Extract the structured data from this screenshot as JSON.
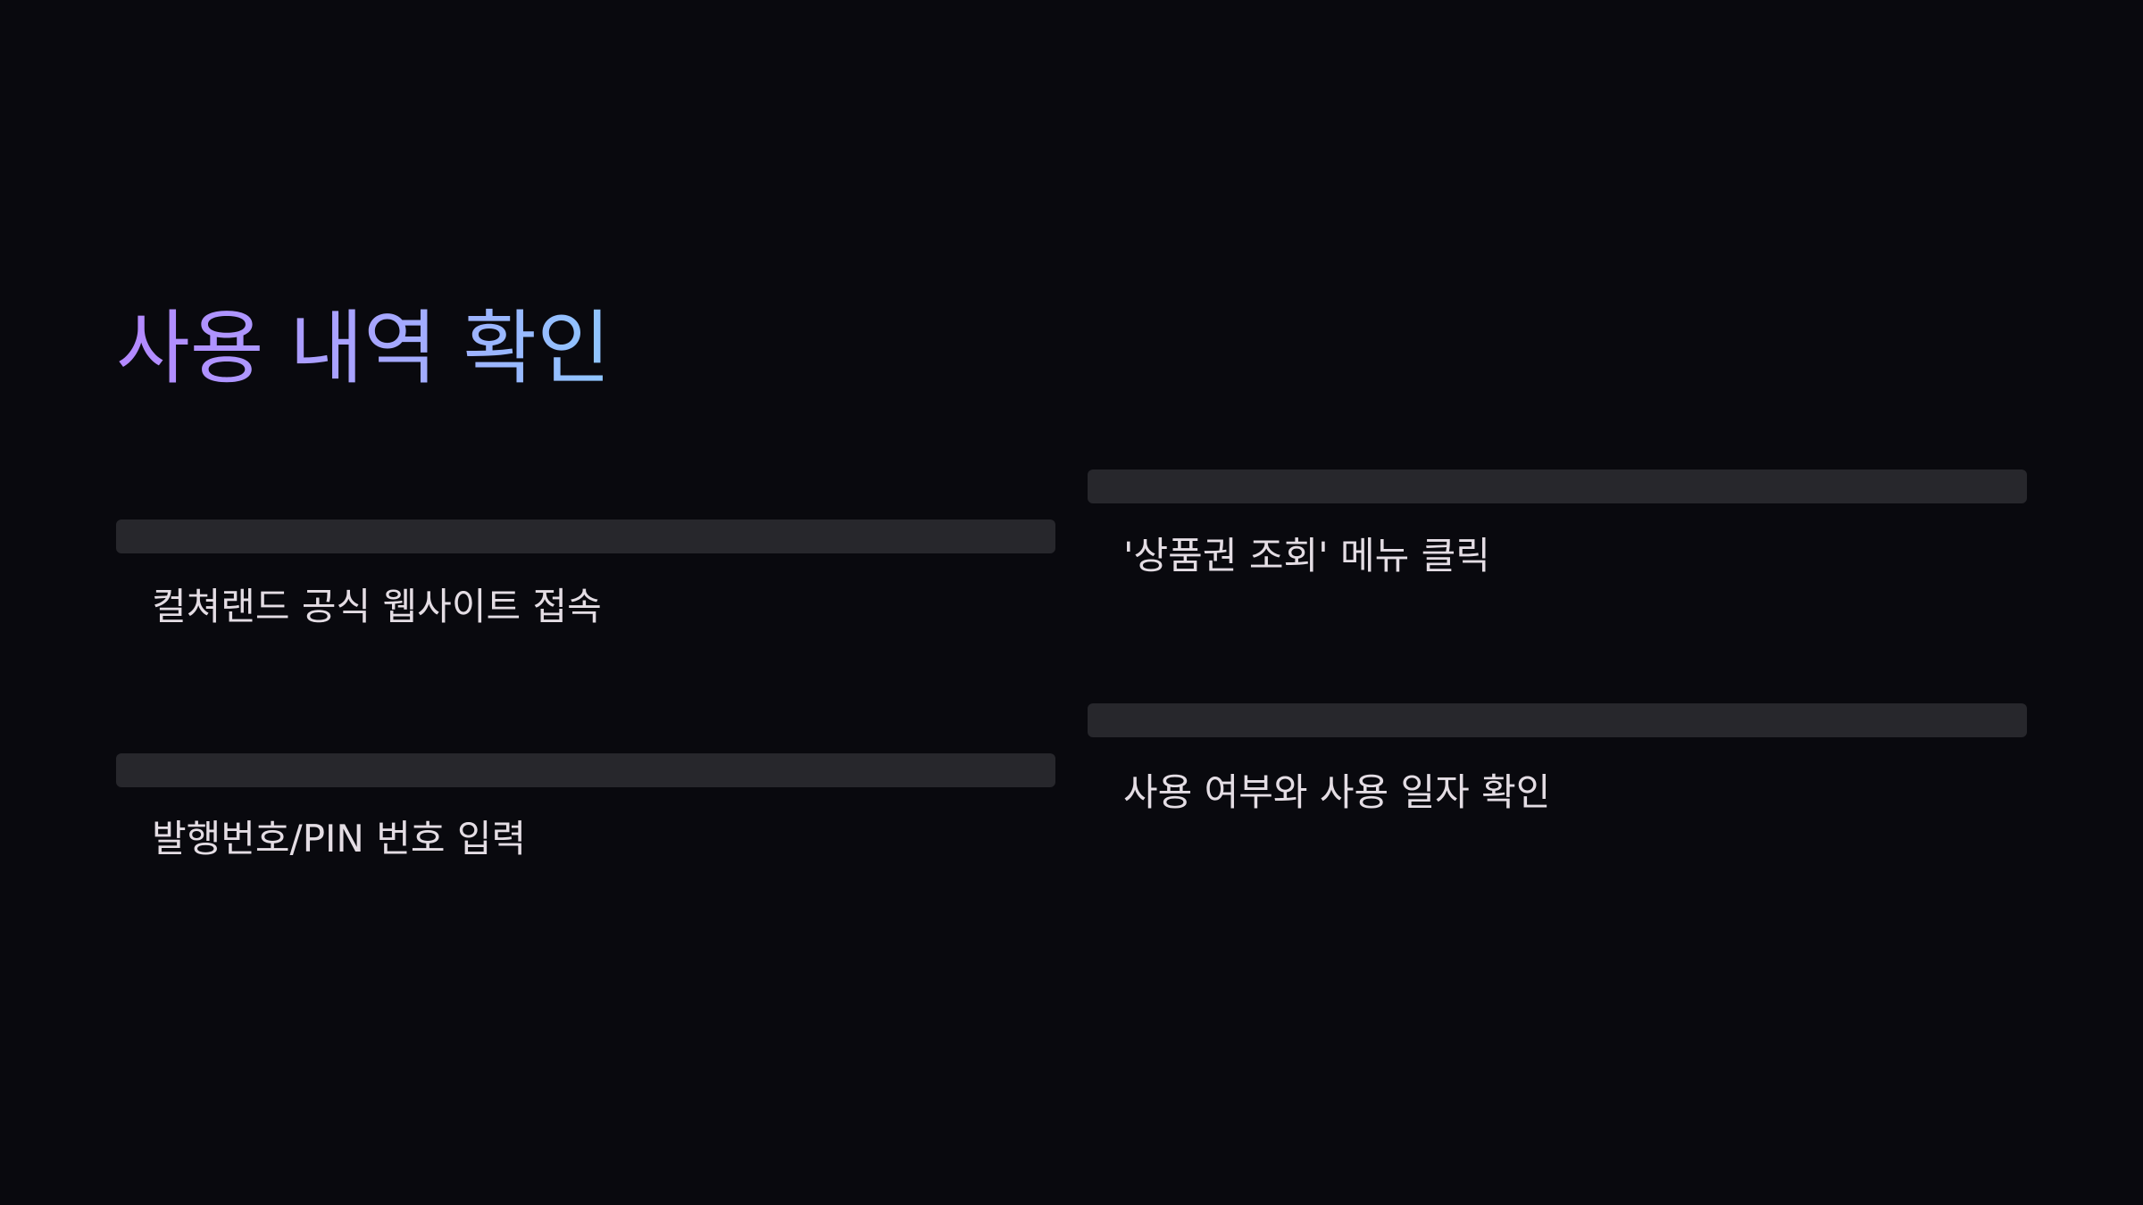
{
  "slide": {
    "title": "사용 내역 확인",
    "colors": {
      "background": "#09090e",
      "bar": "#27272c",
      "text": "#e4dde4",
      "title_gradient_start": "#b488ff",
      "title_gradient_end": "#8fc6ff"
    },
    "steps": [
      {
        "label": "컬쳐랜드 공식 웹사이트 접속"
      },
      {
        "label": "'상품권 조회' 메뉴 클릭"
      },
      {
        "label": "발행번호/PIN 번호 입력"
      },
      {
        "label": "사용 여부와 사용 일자 확인"
      }
    ]
  }
}
